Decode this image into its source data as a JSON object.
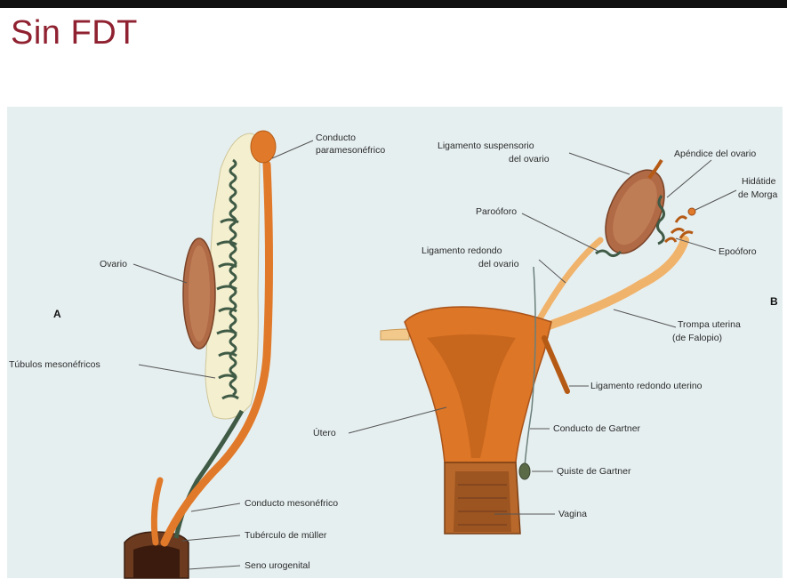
{
  "slide": {
    "title": "Sin FDT"
  },
  "panel_a": {
    "letter": "A",
    "labels": {
      "paramesonephric_1": "Conducto",
      "paramesonephric_2": "paramesonéfrico",
      "ovary": "Ovario",
      "tubules": "Túbulos mesonéfricos",
      "mesonephric_duct": "Conducto mesonéfrico",
      "muller_tubercle": "Tubérculo de müller",
      "urogenital_sinus": "Seno urogenital"
    }
  },
  "panel_b": {
    "letter": "B",
    "labels": {
      "suspensory_1": "Ligamento suspensorio",
      "suspensory_2": "del ovario",
      "appendix_ovary": "Apéndice del ovario",
      "hydatid_1": "Hidátide",
      "hydatid_2": "de Morga",
      "paroophoron": "Paroóforo",
      "epoophoron": "Epoóforo",
      "round_ovary_1": "Ligamento redondo",
      "round_ovary_2": "del ovario",
      "tube_1": "Trompa uterina",
      "tube_2": "(de Falopio)",
      "round_uterine": "Ligamento redondo uterino",
      "uterus": "Útero",
      "gartner_duct": "Conducto de Gartner",
      "gartner_cyst": "Quiste de Gartner",
      "vagina": "Vagina"
    }
  },
  "colors": {
    "title": "#8f2130",
    "duct_orange": "#e07a2a",
    "uterus_orange": "#dd7626",
    "ovary_brown": "#b06a45",
    "mesonephric_green": "#3f5a45",
    "cream": "#f3efcf",
    "panel_bg": "#e3edee"
  }
}
